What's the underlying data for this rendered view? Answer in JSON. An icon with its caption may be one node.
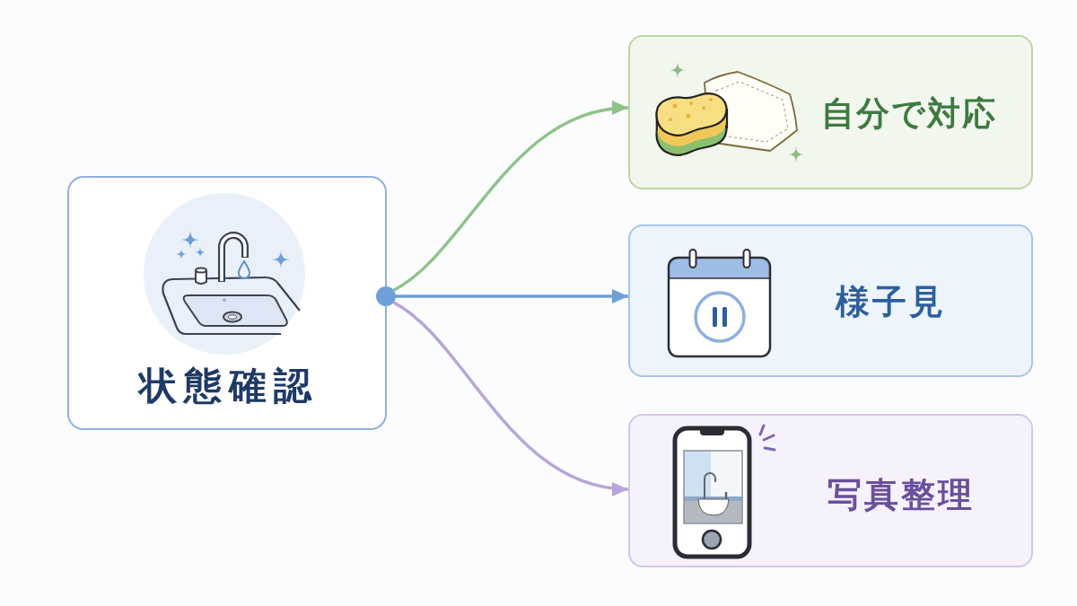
{
  "diagram": {
    "nodes": [
      {
        "text": [
          "状態確認"
        ]
      },
      {
        "text": [],
        "shape": "circle"
      },
      {
        "text": [
          "自分で対応"
        ]
      },
      {
        "text": [
          "様子見"
        ]
      },
      {
        "text": [
          "写真整理"
        ]
      }
    ],
    "edges": [
      {
        "from": 1,
        "to": 2,
        "arrow": "to",
        "color": "#8fc28a"
      },
      {
        "from": 1,
        "to": 3,
        "arrow": "to",
        "color": "#6f9fd8"
      },
      {
        "from": 1,
        "to": 4,
        "arrow": "to",
        "color": "#b8a6da"
      }
    ]
  }
}
